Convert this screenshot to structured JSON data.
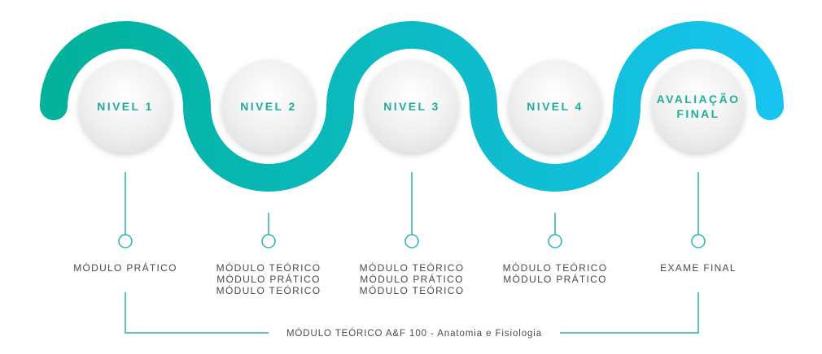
{
  "colors": {
    "wave_start": "#02b29a",
    "wave_end": "#17c3ef",
    "circle_fill": "#eeeeee",
    "label_color": "#1fae99",
    "connector": "#27b8ad",
    "text": "#4a4a4a"
  },
  "levels": [
    {
      "label_lines": [
        "NIVEL 1"
      ],
      "modules": [
        "MÓDULO PRÁTICO"
      ]
    },
    {
      "label_lines": [
        "NIVEL 2"
      ],
      "modules": [
        "MÓDULO TEÓRICO",
        "MÓDULO PRÁTICO",
        "MÓDULO TEÓRICO"
      ]
    },
    {
      "label_lines": [
        "NIVEL 3"
      ],
      "modules": [
        "MÓDULO TEÓRICO",
        "MÓDULO PRÁTICO",
        "MÓDULO TEÓRICO"
      ]
    },
    {
      "label_lines": [
        "NIVEL 4"
      ],
      "modules": [
        "MÓDULO TEÓRICO",
        "MÓDULO PRÁTICO"
      ]
    },
    {
      "label_lines": [
        "AVALIAÇÃO",
        "FINAL"
      ],
      "modules": [
        "EXAME FINAL"
      ]
    }
  ],
  "footer": {
    "text": "MÓDULO TEÓRICO A&F 100 - Anatomia e Fisiologia"
  }
}
